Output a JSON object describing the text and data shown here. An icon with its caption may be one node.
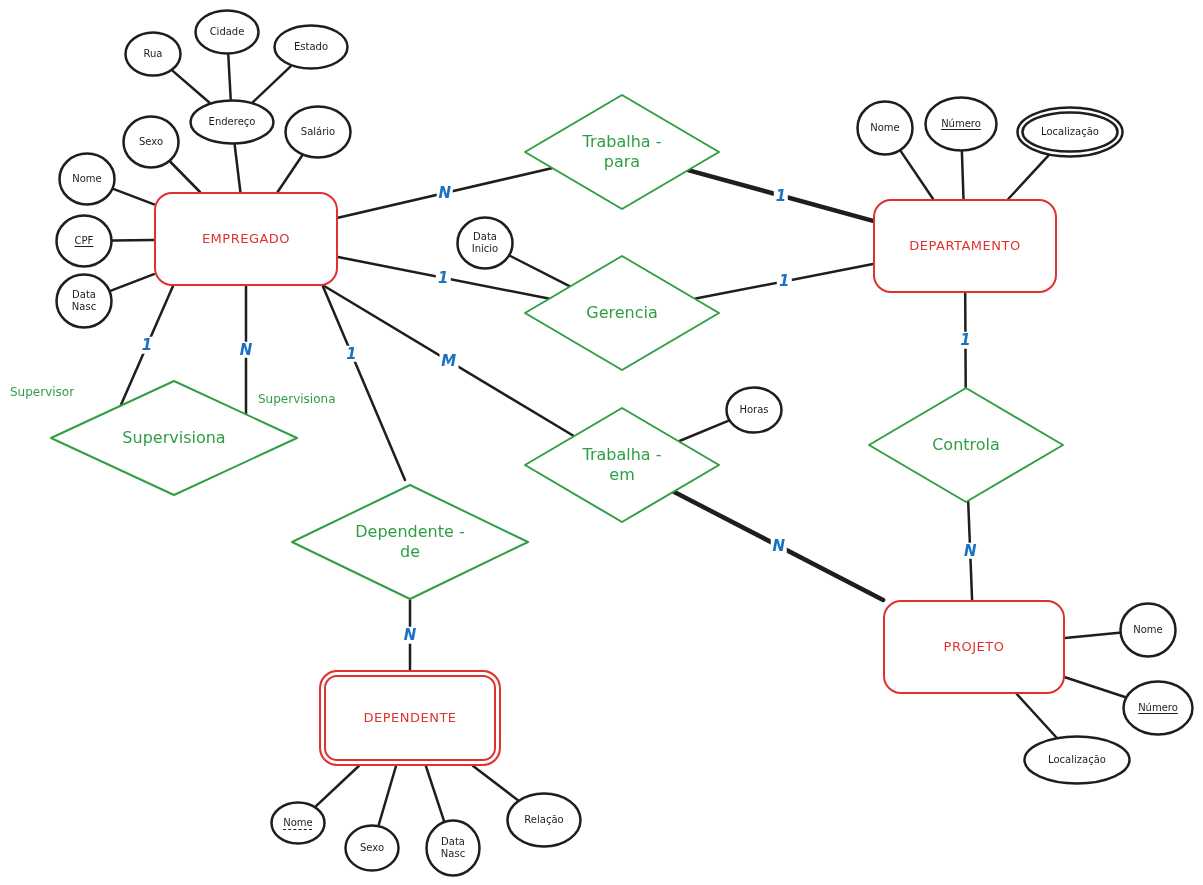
{
  "diagram": {
    "nodes": [
      {
        "text": [
          "EMPREGADO"
        ]
      },
      {
        "text": [
          "Rua"
        ]
      },
      {
        "text": [
          "Cidade"
        ]
      },
      {
        "text": [
          "Estado"
        ]
      },
      {
        "text": [
          "Endereço"
        ]
      },
      {
        "text": [
          "Sexo"
        ]
      },
      {
        "text": [
          "Salário"
        ]
      },
      {
        "text": [
          "Nome"
        ]
      },
      {
        "text": [
          "CPF"
        ]
      },
      {
        "text": [
          "Data Nasc"
        ]
      },
      {
        "text": [
          "Trabalha -para"
        ]
      },
      {
        "text": [
          "DEPARTAMENTO"
        ]
      },
      {
        "text": [
          "Nome"
        ]
      },
      {
        "text": [
          "Número"
        ]
      },
      {
        "text": [
          "Localização"
        ]
      },
      {
        "text": [
          "Data Inicio"
        ]
      },
      {
        "text": [
          "Gerencia"
        ]
      },
      {
        "text": [
          "Supervisiona"
        ]
      },
      {
        "text": [
          "Dependente -de"
        ]
      },
      {
        "text": [
          "Trabalha -em"
        ]
      },
      {
        "text": [
          "Horas"
        ]
      },
      {
        "text": [
          "Controla"
        ]
      },
      {
        "text": [
          "PROJETO"
        ]
      },
      {
        "text": [
          "Nome"
        ]
      },
      {
        "text": [
          "Número"
        ]
      },
      {
        "text": [
          "Localização"
        ]
      },
      {
        "text": [
          "DEPENDENTE"
        ]
      },
      {
        "text": [
          "Nome"
        ]
      },
      {
        "text": [
          "Sexo"
        ]
      },
      {
        "text": [
          "Data Nasc"
        ]
      },
      {
        "text": [
          "Relação"
        ]
      }
    ],
    "edges": [
      {
        "from": 1,
        "to": 4,
        "arrow": "none"
      },
      {
        "from": 2,
        "to": 4,
        "arrow": "none"
      },
      {
        "from": 3,
        "to": 4,
        "arrow": "none"
      },
      {
        "from": 4,
        "to": 0,
        "arrow": "none"
      },
      {
        "from": 5,
        "to": 0,
        "arrow": "none"
      },
      {
        "from": 6,
        "to": 0,
        "arrow": "none"
      },
      {
        "from": 7,
        "to": 0,
        "arrow": "none"
      },
      {
        "from": 8,
        "to": 0,
        "arrow": "none"
      },
      {
        "from": 9,
        "to": 0,
        "arrow": "none"
      },
      {
        "from": 12,
        "to": 11,
        "arrow": "none"
      },
      {
        "from": 13,
        "to": 11,
        "arrow": "none"
      },
      {
        "from": 14,
        "to": 11,
        "arrow": "none"
      },
      {
        "from": 15,
        "to": 16,
        "arrow": "none"
      },
      {
        "from": 20,
        "to": 19,
        "arrow": "none"
      },
      {
        "from": 23,
        "to": 22,
        "arrow": "none"
      },
      {
        "from": 24,
        "to": 22,
        "arrow": "none"
      },
      {
        "from": 25,
        "to": 22,
        "arrow": "none"
      },
      {
        "from": 27,
        "to": 26,
        "arrow": "none"
      },
      {
        "from": 28,
        "to": 26,
        "arrow": "none"
      },
      {
        "from": 29,
        "to": 26,
        "arrow": "none"
      },
      {
        "from": 30,
        "to": 26,
        "arrow": "none"
      },
      {
        "from": 0,
        "to": 10,
        "arrow": "none",
        "label": "N"
      },
      {
        "from": 10,
        "to": 11,
        "arrow": "none",
        "label": "1",
        "style": "thick"
      },
      {
        "from": 0,
        "to": 16,
        "arrow": "none",
        "label": "1"
      },
      {
        "from": 16,
        "to": 11,
        "arrow": "none",
        "label": "1"
      },
      {
        "from": 0,
        "to": 17,
        "arrow": "none",
        "label": "1"
      },
      {
        "from": 0,
        "to": 17,
        "arrow": "none",
        "label": "N"
      },
      {
        "from": 0,
        "to": 18,
        "arrow": "none",
        "label": "1"
      },
      {
        "from": 18,
        "to": 26,
        "arrow": "none",
        "label": "N"
      },
      {
        "from": 0,
        "to": 19,
        "arrow": "none",
        "label": "M"
      },
      {
        "from": 19,
        "to": 22,
        "arrow": "none",
        "label": "N",
        "style": "thick"
      },
      {
        "from": 11,
        "to": 21,
        "arrow": "none",
        "label": "1"
      },
      {
        "from": 21,
        "to": 22,
        "arrow": "none",
        "label": "N"
      }
    ],
    "labels": [
      "Supervisor",
      "Supervisiona"
    ]
  }
}
